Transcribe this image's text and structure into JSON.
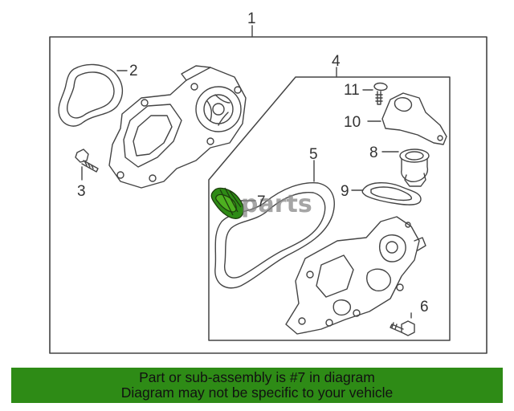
{
  "diagram": {
    "callouts": {
      "c1": "1",
      "c2": "2",
      "c3": "3",
      "c4": "4",
      "c5": "5",
      "c6": "6",
      "c7": "7",
      "c8": "8",
      "c9": "9",
      "c10": "10",
      "c11": "11"
    },
    "watermark": "parts",
    "highlight_color": "#2e8b16"
  },
  "banner": {
    "line1": "Part or sub-assembly is #7 in diagram",
    "line2": "Diagram may not be specific to your vehicle"
  }
}
